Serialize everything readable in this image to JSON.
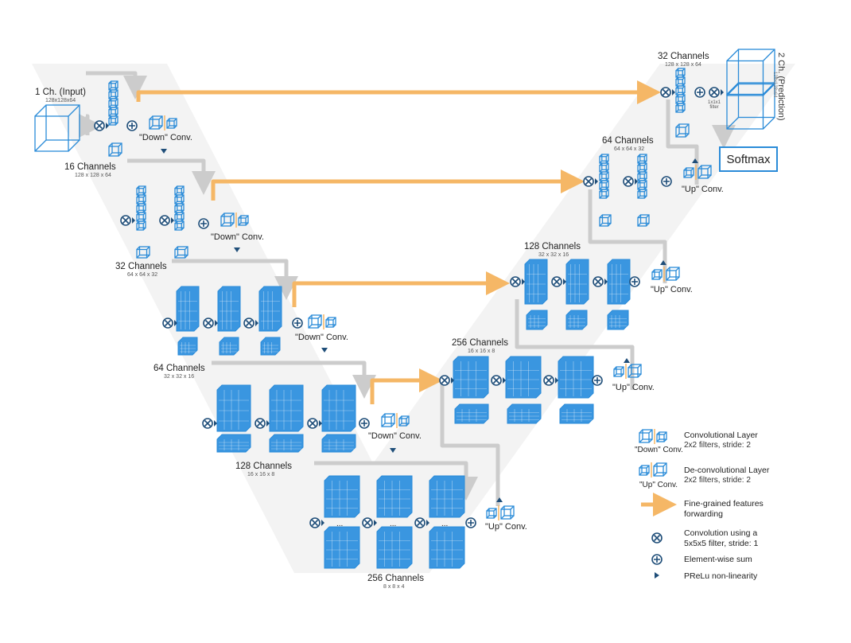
{
  "colors": {
    "blue": "#2a8bd8",
    "blue_fill": "#3a96e0",
    "orange": "#f5b766",
    "gray_arrow": "#cccccc",
    "background_band": "#f3f3f3",
    "dark_blue": "#1f4e79"
  },
  "left_path": {
    "input_label": "1 Ch. (Input)",
    "input_dims": "128x128x64",
    "stage1_channels": "16 Channels",
    "stage1_dims": "128 x 128 x 64",
    "stage2_channels": "32 Channels",
    "stage2_dims": "64 x 64 x 32",
    "stage3_channels": "64 Channels",
    "stage3_dims": "32 x 32 x 16",
    "stage4_channels": "128 Channels",
    "stage4_dims": "16 x 16 x 8",
    "down_conv_label": "\"Down\" Conv."
  },
  "bottom": {
    "channels": "256 Channels",
    "dims": "8 x 8 x 4",
    "ellipsis": "..."
  },
  "right_path": {
    "stage4_channels": "256 Channels",
    "stage4_dims": "16 x 16 x 8",
    "stage3_channels": "128 Channels",
    "stage3_dims": "32 x 32 x 16",
    "stage2_channels": "64 Channels",
    "stage2_dims": "64 x 64 x 32",
    "stage1_channels": "32 Channels",
    "stage1_dims": "128 x 128 x 64",
    "up_conv_label": "\"Up\" Conv.",
    "filter_label": "1x1x1",
    "filter_word": "filter",
    "prediction_label": "2 Ch. (Prediction)",
    "prediction_dims": "128x128x64",
    "softmax_label": "Softmax"
  },
  "legend": {
    "down_conv_title": "Convolutional Layer",
    "down_conv_sub": "2x2 filters, stride: 2",
    "down_conv_icon_label": "\"Down\" Conv.",
    "up_conv_title": "De-convolutional Layer",
    "up_conv_sub": "2x2 filters, stride: 2",
    "up_conv_icon_label": "\"Up\" Conv.",
    "forward_title": "Fine-grained features",
    "forward_sub": "forwarding",
    "conv_title": "Convolution using a",
    "conv_sub": "5x5x5 filter, stride: 1",
    "sum_title": "Element-wise sum",
    "prelu_title": "PReLu non-linearity"
  }
}
